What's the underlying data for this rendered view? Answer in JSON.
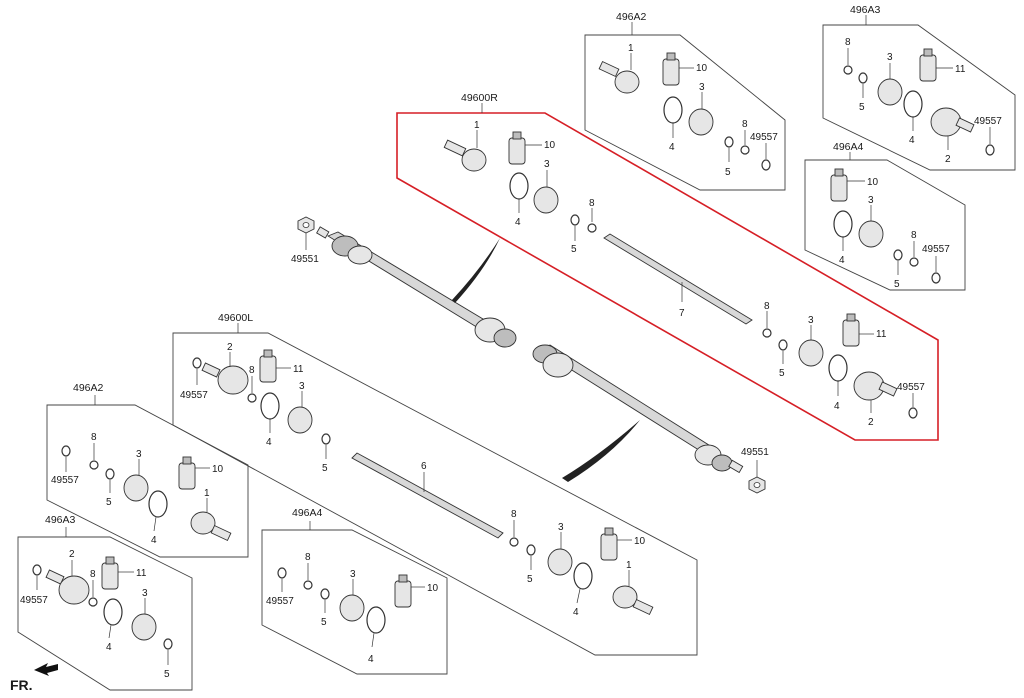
{
  "direction_label": "FR.",
  "groups": {
    "r_kit": "49600R",
    "l_kit": "49600L",
    "a2_top": "496A2",
    "a3_top": "496A3",
    "a4_top": "496A4",
    "a2_left": "496A2",
    "a3_left": "496A3",
    "a4_left": "496A4"
  },
  "parts": {
    "p1": "1",
    "p2": "2",
    "p3": "3",
    "p4": "4",
    "p5": "5",
    "p6": "6",
    "p7": "7",
    "p8": "8",
    "p10": "10",
    "p11": "11",
    "p49551": "49551",
    "p49557": "49557"
  },
  "colors": {
    "highlight": "#d61f26",
    "line": "#333333",
    "part_fill": "#e6e6e6"
  }
}
